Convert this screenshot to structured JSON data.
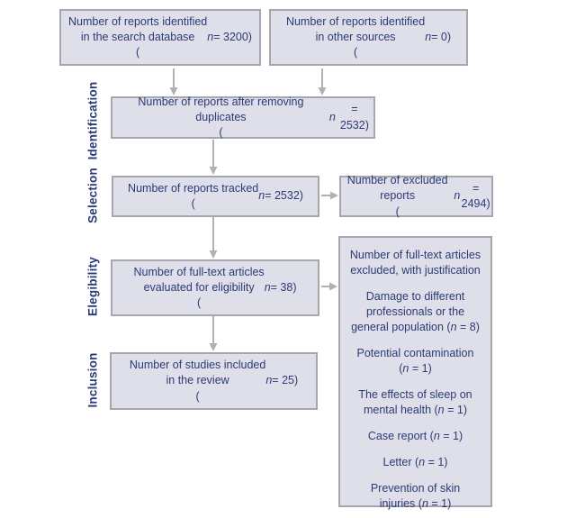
{
  "diagram": {
    "colors": {
      "box_fill": "#dfdfe9",
      "box_border": "#a6a6ae",
      "text_navy": "#2b3a78",
      "arrow_gray": "#b1b1b5",
      "background": "#ffffff"
    },
    "stages": [
      {
        "label": "Identification"
      },
      {
        "label": "Selection"
      },
      {
        "label": "Elegibility"
      },
      {
        "label": "Inclusion"
      }
    ],
    "boxes": {
      "search_database": "Number of reports identified\nin the search database\n(n = 3200)",
      "other_sources": "Number of reports identified\nin other sources\n(n = 0)",
      "after_duplicates": "Number of reports after removing duplicates\n(n = 2532)",
      "tracked": "Number of reports tracked\n(n = 2532)",
      "excluded_reports": "Number of excluded reports\n(n = 2494)",
      "fulltext_evaluated": "Number of full-text articles\nevaluated for eligibility\n(n = 38)",
      "studies_included": "Number of studies included\nin the review\n(n = 25)",
      "fulltext_excluded": {
        "title": "Number of full-text articles\nexcluded, with justification",
        "items": [
          "Damage to different\nprofessionals or the\ngeneral population (n = 8)",
          "Potential contamination\n(n = 1)",
          "The effects of sleep on\nmental health (n = 1)",
          "Case report (n = 1)",
          "Letter (n = 1)",
          "Prevention of skin\ninjuries (n = 1)"
        ]
      }
    }
  }
}
